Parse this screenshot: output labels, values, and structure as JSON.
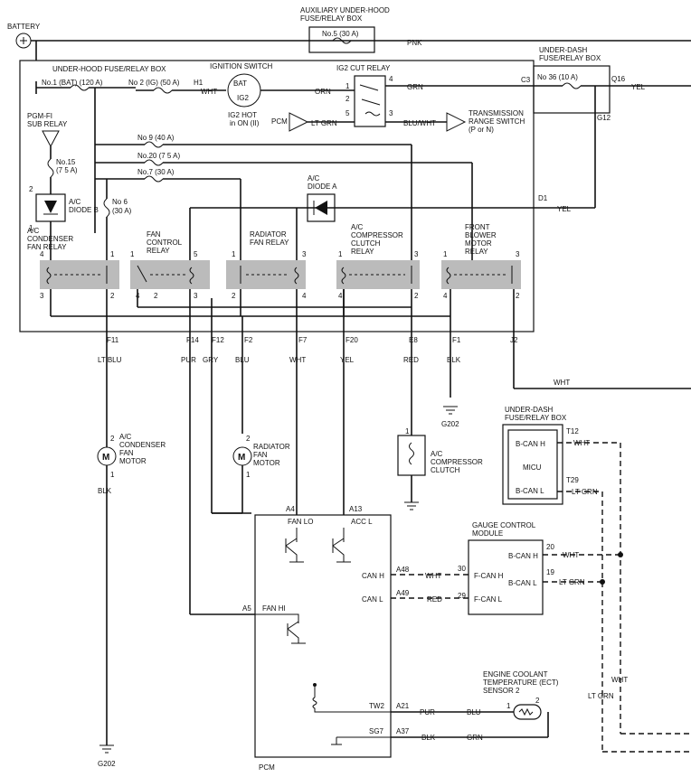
{
  "battery": {
    "label": "BATTERY"
  },
  "aux_box": {
    "title1": "AUXILIARY UNDER-HOOD",
    "title2": "FUSE/RELAY BOX",
    "fuse": "No.5 (30 A)",
    "wire": "PNK"
  },
  "underhood": {
    "title": "UNDER-HOOD FUSE/RELAY BOX",
    "fuse1": "No.1 (BAT) (120 A)",
    "fuse2": "No 2 (IG) (50 A)",
    "fuse9": "No 9 (40 A)",
    "fuse20": "No.20 (7 5 A)",
    "fuse7": "No.7 (30 A)",
    "fuse15a": "No.15",
    "fuse15b": "(7 5 A)",
    "fuse6a": "No 6",
    "fuse6b": "(30 A)",
    "h1": "H1",
    "h1_wire": "WHT"
  },
  "ignition": {
    "title": "IGNITION SWITCH",
    "bat": "BAT",
    "ig2": "IG2",
    "note1": "IG2 HOT",
    "note2": "in ON (II)",
    "wire": "ORN"
  },
  "ig2_relay": {
    "title": "IG2 CUT RELAY",
    "p1": "1",
    "p2": "2",
    "p3": "3",
    "p4": "4",
    "p5": "5",
    "wire_out": "GRN",
    "wire_pcm": "LT GRN",
    "wire_tr": "BLU/WHT",
    "pcm": "PCM"
  },
  "trs": {
    "l1": "TRANSMISSION",
    "l2": "RANGE SWITCH",
    "l3": "(P or N)"
  },
  "underdash_top": {
    "t1": "UNDER-DASH",
    "t2": "FUSE/RELAY BOX",
    "fuse": "No 36 (10 A)",
    "c3": "C3",
    "q16": "Q16",
    "g12": "G12",
    "wire": "YEL",
    "d1": "D1",
    "d1_wire": "YEL"
  },
  "pgmfi": {
    "l1": "PGM-FI",
    "l2": "SUB RELAY"
  },
  "diode_b": {
    "l1": "A/C",
    "l2": "DIODE B",
    "p2": "2",
    "p1": "1"
  },
  "diode_a": {
    "l1": "A/C",
    "l2": "DIODE A"
  },
  "relays": [
    {
      "l1": "A/C",
      "l2": "CONDENSER",
      "l3": "FAN RELAY",
      "tl": "4",
      "tr": "1",
      "bl": "3",
      "br": "2"
    },
    {
      "l1": "FAN",
      "l2": "CONTROL",
      "l3": "RELAY",
      "tl": "1",
      "tr": "5",
      "bl": "3",
      "bm": "4",
      "bm2": "2"
    },
    {
      "l1": "RADIATOR",
      "l2": "FAN RELAY",
      "l3": "",
      "tl": "1",
      "tr": "3",
      "bl": "2",
      "br": "4"
    },
    {
      "l1": "A/C",
      "l2": "COMPRESSOR",
      "l3": "CLUTCH",
      "l4": "RELAY",
      "tl": "1",
      "tr": "3",
      "bl": "4",
      "br": "2"
    },
    {
      "l1": "FRONT",
      "l2": "BLOWER",
      "l3": "MOTOR",
      "l4": "RELAY",
      "tl": "1",
      "tr": "3",
      "bl": "4",
      "br": "2"
    }
  ],
  "connectors": [
    "F11",
    "F14",
    "F12",
    "F2",
    "F7",
    "F20",
    "E8",
    "F1",
    "J2"
  ],
  "wires": {
    "ltblu": "LT BLU",
    "pur": "PUR",
    "gry": "GRY",
    "blu": "BLU",
    "wht": "WHT",
    "yel": "YEL",
    "red": "RED",
    "blk": "BLK",
    "j2": "WHT"
  },
  "grounds": {
    "g202a": "G202",
    "g202b": "G202"
  },
  "cond_motor": {
    "l1": "A/C",
    "l2": "CONDENSER",
    "l3": "FAN",
    "l4": "MOTOR",
    "p2": "2",
    "p1": "1",
    "wire": "BLK"
  },
  "rad_motor": {
    "l1": "RADIATOR",
    "l2": "FAN",
    "l3": "MOTOR",
    "p2": "2",
    "p1": "1"
  },
  "clutch": {
    "l1": "A/C",
    "l2": "COMPRESSOR",
    "l3": "CLUTCH",
    "p1": "1"
  },
  "micu_box": {
    "t1": "UNDER-DASH",
    "t2": "FUSE/RELAY BOX",
    "micu": "MICU",
    "canh": "B-CAN H",
    "canl": "B-CAN L",
    "t12": "T12",
    "t29": "T29",
    "w1": "WHT",
    "w2": "LT GRN"
  },
  "gauge": {
    "t1": "GAUGE CONTROL",
    "t2": "MODULE",
    "bcanh": "B-CAN H",
    "bcanl": "B-CAN L",
    "fcanh": "F-CAN H",
    "fcanl": "F-CAN L",
    "p20": "20",
    "p19": "19",
    "p30": "30",
    "p29": "29",
    "w20": "WHT",
    "w19": "LT GRN",
    "w30": "WHT",
    "w29": "RED"
  },
  "pcm": {
    "label": "PCM",
    "a4": "A4",
    "a13": "A13",
    "a5": "A5",
    "fanlo": "FAN LO",
    "accl": "ACC L",
    "fanhi": "FAN HI",
    "canh": "CAN H",
    "canl": "CAN L",
    "a48": "A48",
    "a49": "A49",
    "tw2": "TW2",
    "a21": "A21",
    "sg7": "SG7",
    "a37": "A37",
    "w_a21": "PUR",
    "w_a37": "BLK"
  },
  "ect": {
    "l1": "ENGINE COOLANT",
    "l2": "TEMPERATURE (ECT)",
    "l3": "SENSOR 2",
    "p1": "1",
    "p2": "2",
    "w1": "BLU",
    "w2": "GRN"
  },
  "right_vert": {
    "wht": "WHT",
    "ltgrn": "LT GRN"
  }
}
